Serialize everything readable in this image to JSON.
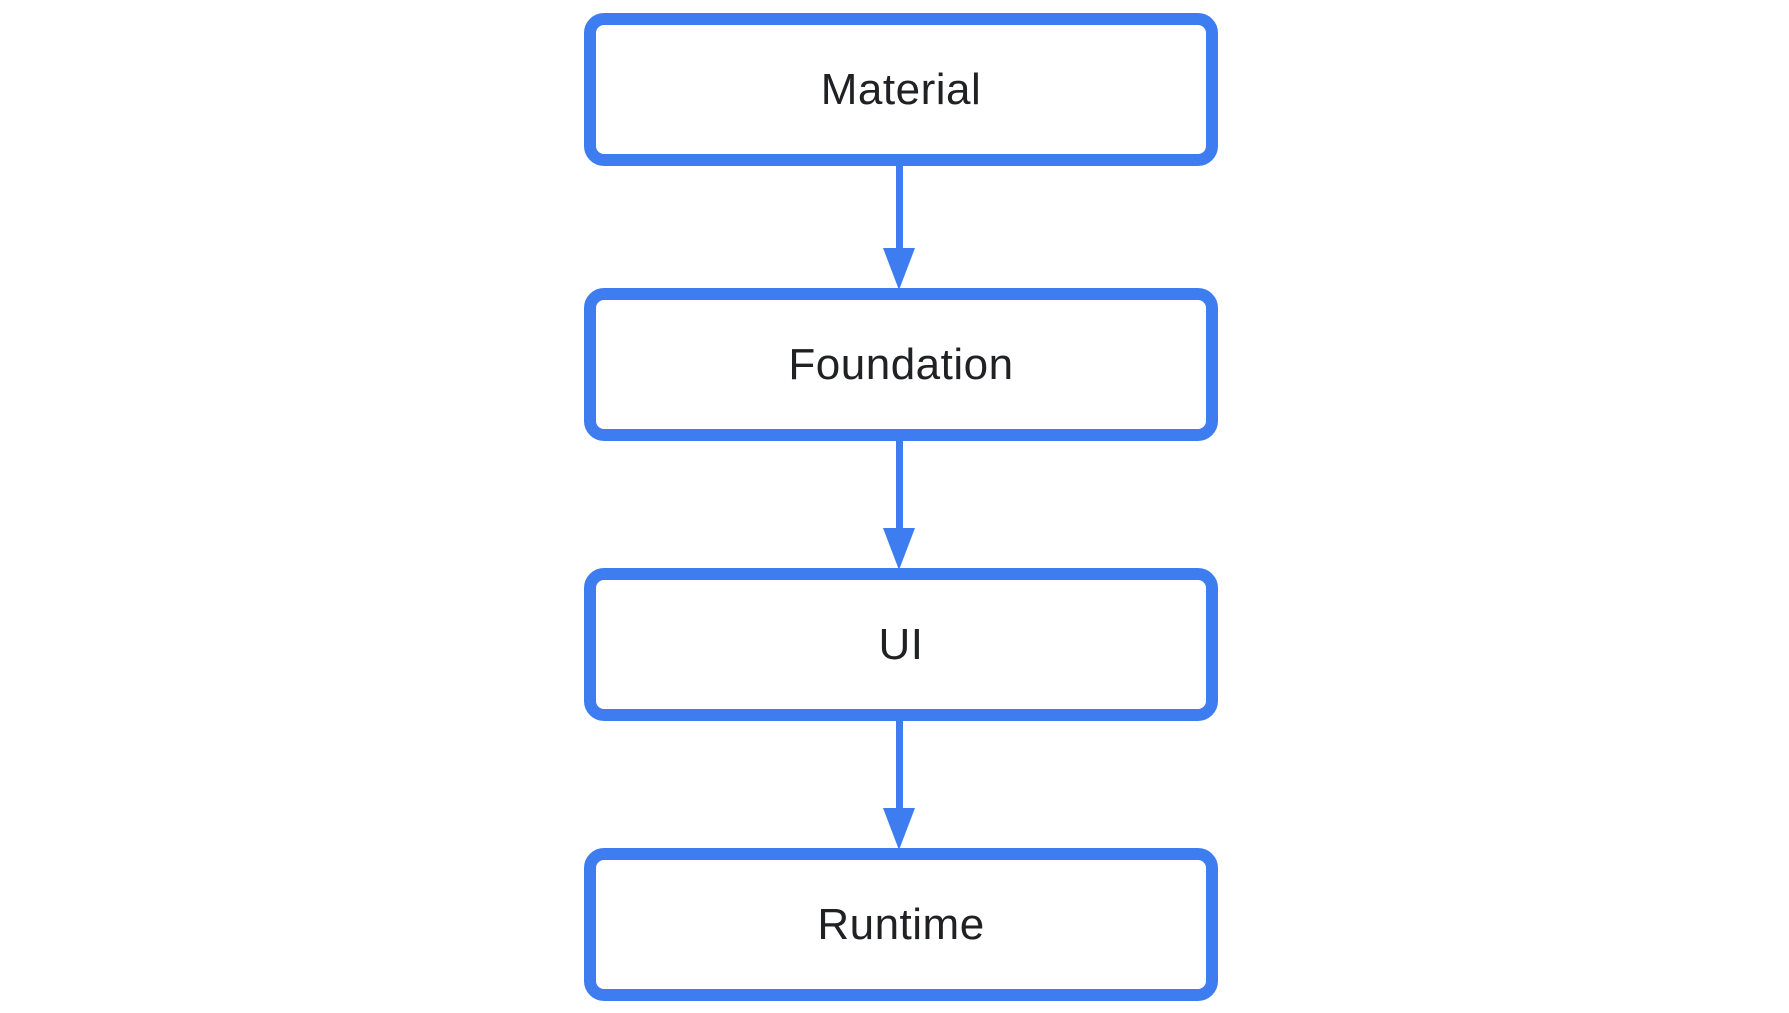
{
  "diagram": {
    "type": "flowchart-vertical",
    "colors": {
      "accent": "#3E7DF0",
      "node_fill": "#FFFFFF",
      "text": "#202124",
      "background": "#FFFFFF"
    },
    "nodes": [
      {
        "id": "material",
        "label": "Material"
      },
      {
        "id": "foundation",
        "label": "Foundation"
      },
      {
        "id": "ui",
        "label": "UI"
      },
      {
        "id": "runtime",
        "label": "Runtime"
      }
    ],
    "edges": [
      {
        "from": "material",
        "to": "foundation",
        "direction": "down"
      },
      {
        "from": "foundation",
        "to": "ui",
        "direction": "down"
      },
      {
        "from": "ui",
        "to": "runtime",
        "direction": "down"
      }
    ]
  }
}
